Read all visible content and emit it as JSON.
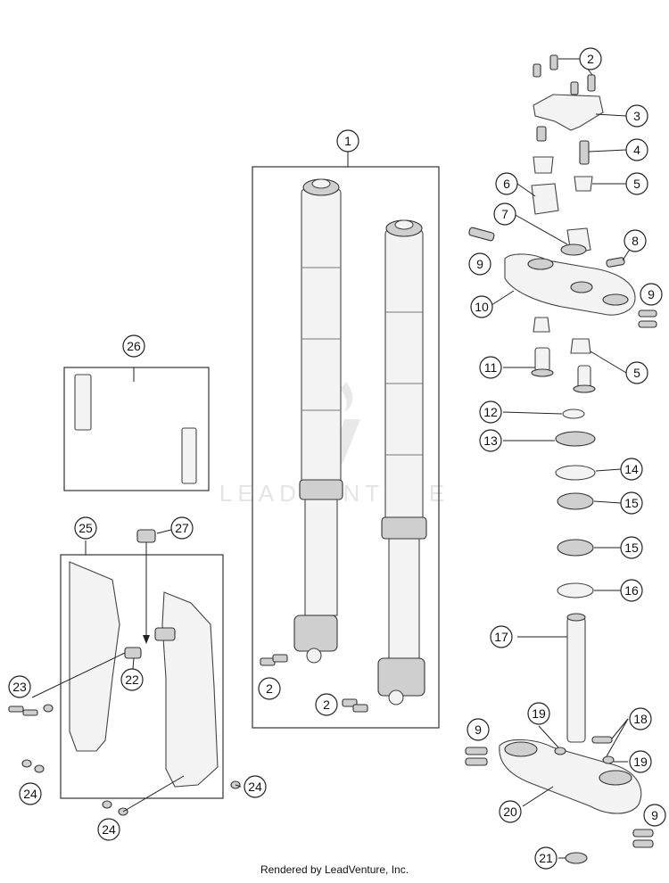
{
  "callouts": [
    {
      "n": "1"
    },
    {
      "n": "2"
    },
    {
      "n": "2"
    },
    {
      "n": "2"
    },
    {
      "n": "3"
    },
    {
      "n": "4"
    },
    {
      "n": "5"
    },
    {
      "n": "5"
    },
    {
      "n": "6"
    },
    {
      "n": "7"
    },
    {
      "n": "8"
    },
    {
      "n": "9"
    },
    {
      "n": "9"
    },
    {
      "n": "9"
    },
    {
      "n": "9"
    },
    {
      "n": "10"
    },
    {
      "n": "11"
    },
    {
      "n": "12"
    },
    {
      "n": "13"
    },
    {
      "n": "14"
    },
    {
      "n": "15"
    },
    {
      "n": "15"
    },
    {
      "n": "16"
    },
    {
      "n": "17"
    },
    {
      "n": "18"
    },
    {
      "n": "19"
    },
    {
      "n": "19"
    },
    {
      "n": "20"
    },
    {
      "n": "21"
    },
    {
      "n": "22"
    },
    {
      "n": "23"
    },
    {
      "n": "24"
    },
    {
      "n": "24"
    },
    {
      "n": "24"
    },
    {
      "n": "25"
    },
    {
      "n": "26"
    },
    {
      "n": "27"
    }
  ],
  "watermark": "LEADVENTURE",
  "footer": "Rendered by LeadVenture, Inc."
}
